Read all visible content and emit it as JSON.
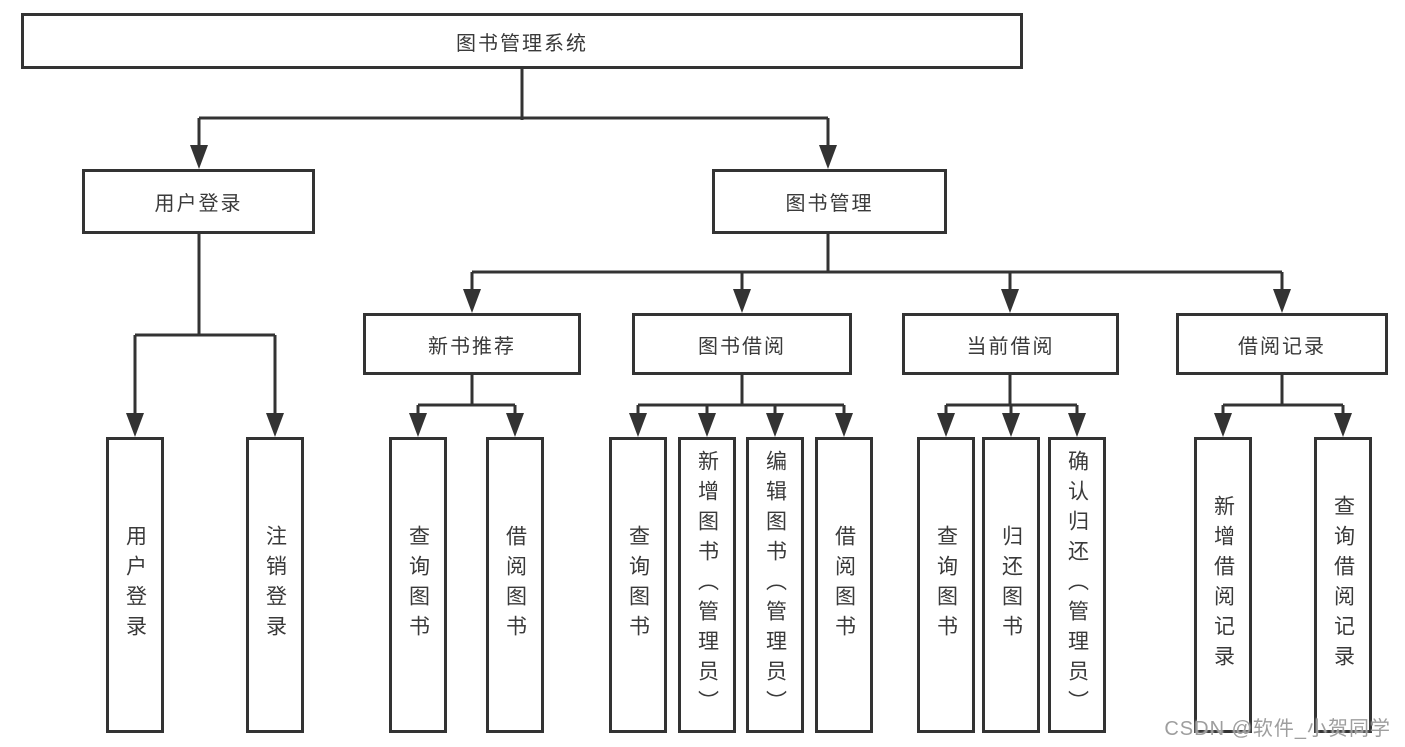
{
  "diagram": {
    "type": "hierarchy-tree",
    "colors": {
      "line": "#333333",
      "box_border": "#333333",
      "text": "#3a3a3a",
      "background": "#ffffff",
      "watermark": "#9e9e9e"
    },
    "tree": {
      "label": "图书管理系统",
      "children": [
        {
          "label": "用户登录",
          "children": [
            {
              "label": "用户登录"
            },
            {
              "label": "注销登录"
            }
          ]
        },
        {
          "label": "图书管理",
          "children": [
            {
              "label": "新书推荐",
              "children": [
                {
                  "label": "查询图书"
                },
                {
                  "label": "借阅图书"
                }
              ]
            },
            {
              "label": "图书借阅",
              "children": [
                {
                  "label": "查询图书"
                },
                {
                  "label": "新增图书（管理员）"
                },
                {
                  "label": "编辑图书（管理员）"
                },
                {
                  "label": "借阅图书"
                }
              ]
            },
            {
              "label": "当前借阅",
              "children": [
                {
                  "label": "查询图书"
                },
                {
                  "label": "归还图书"
                },
                {
                  "label": "确认归还（管理员）"
                }
              ]
            },
            {
              "label": "借阅记录",
              "children": [
                {
                  "label": "新增借阅记录"
                },
                {
                  "label": "查询借阅记录"
                }
              ]
            }
          ]
        }
      ]
    }
  },
  "watermark": {
    "text": "CSDN @软件_小贺同学"
  }
}
